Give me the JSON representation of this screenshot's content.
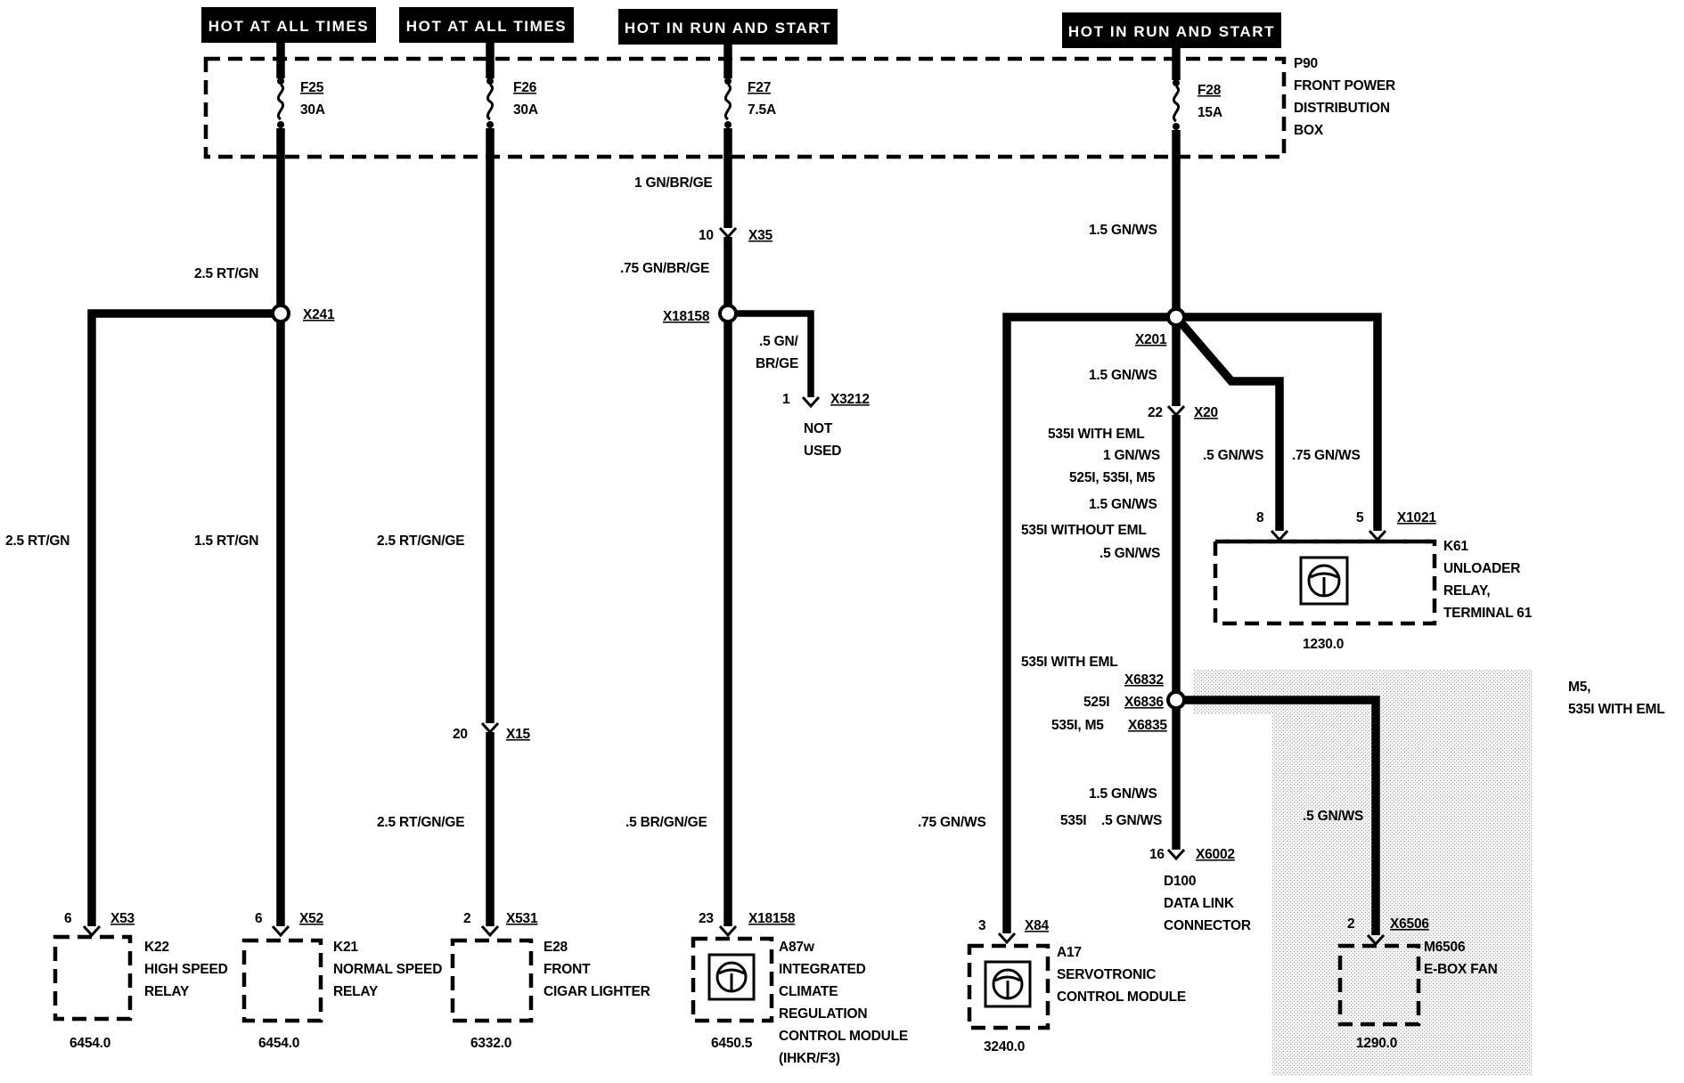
{
  "headers": {
    "h1": "HOT AT ALL TIMES",
    "h2": "HOT AT ALL TIMES",
    "h3": "HOT IN RUN AND START",
    "h4": "HOT IN RUN AND START"
  },
  "power_box": {
    "code": "P90",
    "name_line1": "FRONT POWER",
    "name_line2": "DISTRIBUTION",
    "name_line3": "BOX"
  },
  "fuses": [
    {
      "id": "F25",
      "rating": "30A"
    },
    {
      "id": "F26",
      "rating": "30A"
    },
    {
      "id": "F27",
      "rating": "7.5A"
    },
    {
      "id": "F28",
      "rating": "15A"
    }
  ],
  "wires": {
    "w_rtgn_upper": "2.5 RT/GN",
    "w_rtgn_left": "2.5 RT/GN",
    "w_rtgn_mid": "1.5 RT/GN",
    "w_rtgnge_upper": "2.5 RT/GN/GE",
    "w_rtgnge_lower": "2.5 RT/GN/GE",
    "w_gnbrge": "1 GN/BR/GE",
    "w_gnbrge_075": ".75 GN/BR/GE",
    "w_gnbrge_05_l1": ".5 GN/",
    "w_gnbrge_05_l2": "BR/GE",
    "w_brgnge": ".5 BR/GN/GE",
    "w_gnws_15_top": "1.5 GN/WS",
    "w_gnws_15_2": "1.5 GN/WS",
    "w_535i_eml": "535I WITH EML",
    "w_gnws_1": "1 GN/WS",
    "w_models": "525I, 535I, M5",
    "w_gnws_15_3": "1.5 GN/WS",
    "w_535i_no_eml": "535I WITHOUT EML",
    "w_gnws_05_a": ".5 GN/WS",
    "w_gnws_05_k61a": ".5 GN/WS",
    "w_gnws_075_k61b": ".75 GN/WS",
    "w_535i_eml_2": "535I WITH EML",
    "w_525i": "525I",
    "w_535i_m5": "535I, M5",
    "w_gnws_15_4": "1.5 GN/WS",
    "w_535i_b": "535I",
    "w_gnws_05_b": ".5 GN/WS",
    "w_gnws_075_a17": ".75 GN/WS",
    "w_gnws_05_fan": ".5 GN/WS"
  },
  "connectors": {
    "x241": "X241",
    "x35": "X35",
    "x35_pin": "10",
    "x18158_top": "X18158",
    "x3212": "X3212",
    "x3212_pin": "1",
    "x201": "X201",
    "x20": "X20",
    "x20_pin": "22",
    "x1021": "X1021",
    "x1021_pin8": "8",
    "x1021_pin5": "5",
    "x6832": "X6832",
    "x6836": "X6836",
    "x6835": "X6835",
    "x15": "X15",
    "x15_pin": "20",
    "x6002": "X6002",
    "x6002_pin": "16",
    "x53": "X53",
    "x53_pin": "6",
    "x52": "X52",
    "x52_pin": "6",
    "x531": "X531",
    "x531_pin": "2",
    "x18158_bot": "X18158",
    "x18158_pin": "23",
    "x84": "X84",
    "x84_pin": "3",
    "x6506": "X6506",
    "x6506_pin": "2"
  },
  "notes": {
    "not_used_l1": "NOT",
    "not_used_l2": "USED",
    "m5_l1": "M5,",
    "m5_l2": "535I  WITH EML"
  },
  "components": {
    "k22": {
      "id": "K22",
      "l1": "HIGH SPEED",
      "l2": "RELAY",
      "ref": "6454.0"
    },
    "k21": {
      "id": "K21",
      "l1": "NORMAL SPEED",
      "l2": "RELAY",
      "ref": "6454.0"
    },
    "e28": {
      "id": "E28",
      "l1": "FRONT",
      "l2": "CIGAR LIGHTER",
      "ref": "6332.0"
    },
    "a87w": {
      "id": "A87w",
      "l1": "INTEGRATED",
      "l2": "CLIMATE",
      "l3": "REGULATION",
      "l4": "CONTROL MODULE",
      "l5": "(IHKR/F3)",
      "ref": "6450.5"
    },
    "a17": {
      "id": "A17",
      "l1": "SERVOTRONIC",
      "l2": "CONTROL MODULE",
      "ref": "3240.0"
    },
    "d100": {
      "id": "D100",
      "l1": "DATA LINK",
      "l2": "CONNECTOR"
    },
    "k61": {
      "id": "K61",
      "l1": "UNLOADER",
      "l2": "RELAY,",
      "l3": "TERMINAL 61",
      "ref": "1230.0"
    },
    "m6506": {
      "id": "M6506",
      "l1": "E-BOX FAN",
      "ref": "1290.0"
    }
  }
}
